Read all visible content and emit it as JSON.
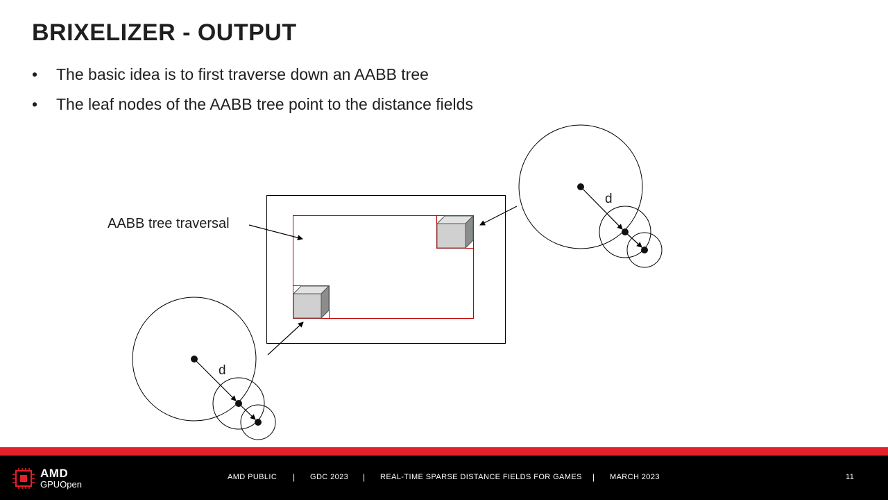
{
  "slide": {
    "title": "BRIXELIZER - OUTPUT",
    "bullets": [
      "The basic idea is to first traverse down an AABB tree",
      "The leaf nodes of the AABB tree point to the distance fields"
    ],
    "bullet_marker": "•"
  },
  "diagram": {
    "traversal_label": "AABB tree traversal",
    "distance_label_top": "d",
    "distance_label_bottom": "d",
    "colors": {
      "outline": "#000000",
      "leaf": "#c00000",
      "cube_face": "#d0d0d0"
    }
  },
  "footer": {
    "logo_line1": "AMD",
    "logo_line2": "GPUOpen",
    "classification": "AMD PUBLIC",
    "event": "GDC 2023",
    "talk": "REAL-TIME SPARSE DISTANCE FIELDS FOR GAMES",
    "date": "MARCH 2023",
    "separator": "|",
    "page_number": "11",
    "colors": {
      "bar": "#000000",
      "accent": "#e3212a"
    }
  }
}
